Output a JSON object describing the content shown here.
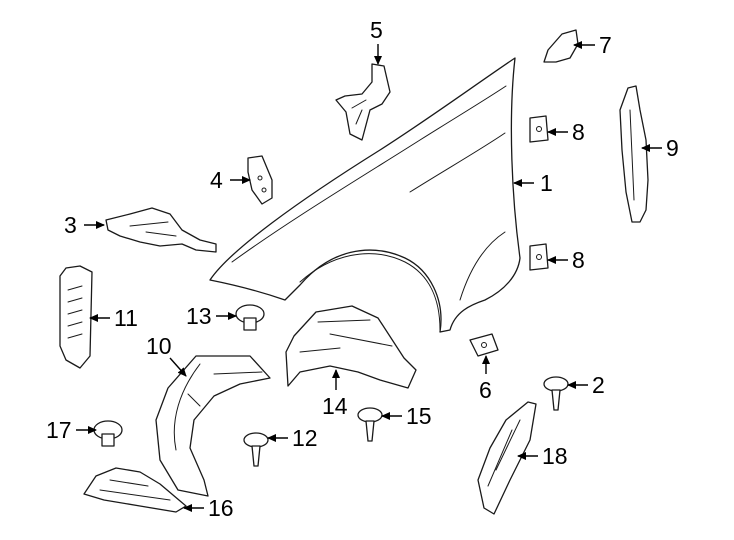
{
  "diagram": {
    "callouts": [
      {
        "id": "1",
        "label": "1"
      },
      {
        "id": "2",
        "label": "2"
      },
      {
        "id": "3",
        "label": "3"
      },
      {
        "id": "4",
        "label": "4"
      },
      {
        "id": "5",
        "label": "5"
      },
      {
        "id": "6",
        "label": "6"
      },
      {
        "id": "7",
        "label": "7"
      },
      {
        "id": "8a",
        "label": "8"
      },
      {
        "id": "8b",
        "label": "8"
      },
      {
        "id": "9",
        "label": "9"
      },
      {
        "id": "10",
        "label": "10"
      },
      {
        "id": "11",
        "label": "11"
      },
      {
        "id": "12",
        "label": "12"
      },
      {
        "id": "13",
        "label": "13"
      },
      {
        "id": "14",
        "label": "14"
      },
      {
        "id": "15",
        "label": "15"
      },
      {
        "id": "16",
        "label": "16"
      },
      {
        "id": "17",
        "label": "17"
      },
      {
        "id": "18",
        "label": "18"
      }
    ]
  }
}
